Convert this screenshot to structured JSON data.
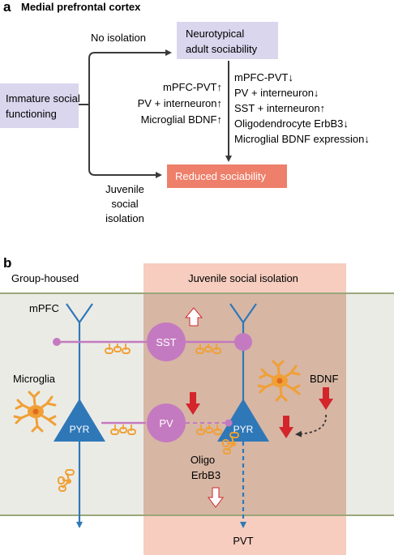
{
  "panel_a": {
    "letter": "a",
    "title": "Medial prefrontal cortex",
    "immature": [
      "Immature social",
      "functioning"
    ],
    "no_isolation": "No isolation",
    "neurotypical": [
      "Neurotypical",
      "adult sociability"
    ],
    "reduced": "Reduced sociability",
    "juvenile": [
      "Juvenile",
      "social",
      "isolation"
    ],
    "left_changes": [
      "mPFC-PVT↑",
      "PV + interneuron↑",
      "Microglial BDNF↑"
    ],
    "right_changes": [
      "mPFC-PVT↓",
      "PV + interneuron↓",
      "SST + interneuron↑",
      "Oligodendrocyte ErbB3↓",
      "Microglial BDNF expression↓"
    ]
  },
  "panel_b": {
    "letter": "b",
    "group_housed": "Group-housed",
    "juvenile_isolation": "Juvenile social isolation",
    "mpfc": "mPFC",
    "microglia": "Microglia",
    "bdnf": "BDNF",
    "sst": "SST",
    "pv": "PV",
    "pyr": "PYR",
    "oligo": "Oligo",
    "erbb3": "ErbB3",
    "pvt": "PVT"
  },
  "colors": {
    "lavender_box": "#d9d6ee",
    "salmon_box": "#ee7f6a",
    "isolation_panel": "#f6cdbf",
    "group_panel": "#ebebe6",
    "overlap": "#d7b6a4",
    "neuron_blue": "#2f78b8",
    "interneuron_pink": "#c47ac0",
    "microglia_orange": "#f0a035",
    "arrow_red": "#d3252b"
  }
}
